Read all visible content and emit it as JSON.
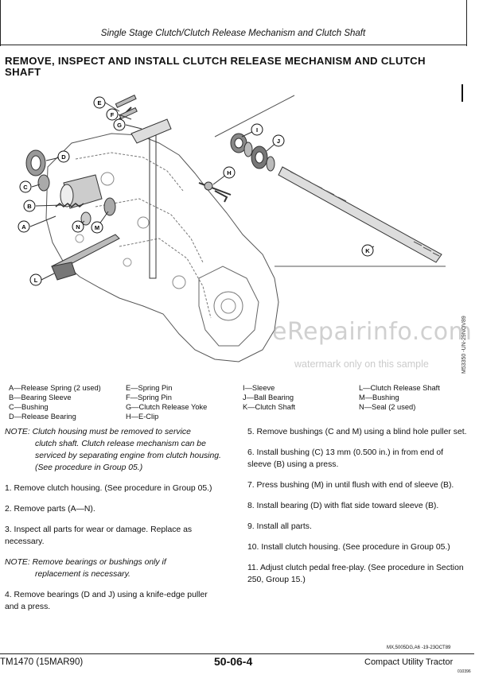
{
  "header": {
    "title": "Single Stage Clutch/Clutch Release Mechanism and Clutch Shaft"
  },
  "section": {
    "title": "REMOVE, INSPECT AND INSTALL CLUTCH RELEASE MECHANISM AND CLUTCH SHAFT"
  },
  "figure": {
    "code": "M53350 -UN-29NOV89",
    "callouts": [
      "E",
      "F",
      "G",
      "D",
      "C",
      "B",
      "A",
      "I",
      "J",
      "H",
      "N",
      "M",
      "K",
      "L"
    ]
  },
  "watermark": {
    "site": "eRepairinfo.com",
    "note": "watermark only on this sample"
  },
  "legend": {
    "col1": [
      "A—Release Spring (2 used)",
      "B—Bearing Sleeve",
      "C—Bushing",
      "D—Release Bearing"
    ],
    "col2": [
      "E—Spring Pin",
      "F—Spring Pin",
      "G—Clutch Release Yoke",
      "H—E-Clip"
    ],
    "col3": [
      "I—Sleeve",
      "J—Ball Bearing",
      "K—Clutch Shaft"
    ],
    "col4": [
      "L—Clutch Release Shaft",
      "M—Bushing",
      "N—Seal (2 used)"
    ]
  },
  "left_col": {
    "note1_line1": "NOTE: Clutch housing must be removed to service",
    "note1_rest": "clutch shaft. Clutch release mechanism can be serviced by separating engine from clutch housing. (See procedure in Group 05.)",
    "step1": "1. Remove clutch housing. (See procedure in Group 05.)",
    "step2": "2. Remove parts (A—N).",
    "step3": "3. Inspect all parts for wear or damage. Replace as necessary.",
    "note2_line1": "NOTE: Remove bearings or bushings only if",
    "note2_rest": "replacement is necessary.",
    "step4": "4. Remove bearings (D and J) using a knife-edge puller and a press."
  },
  "right_col": {
    "step5": "5. Remove bushings (C and M) using a blind hole puller set.",
    "step6": "6. Install bushing (C) 13 mm (0.500 in.) in from end of sleeve (B) using a press.",
    "step7": "7. Press bushing (M) in until flush with end of sleeve (B).",
    "step8": "8. Install bearing (D) with flat side toward sleeve (B).",
    "step9": "9. Install all parts.",
    "step10": "10. Install clutch housing. (See procedure in Group 05.)",
    "step11": "11. Adjust clutch pedal free-play. (See procedure in Section 250, Group 15.)"
  },
  "ref_code": "MX,5005DG,A6 -19-23OCT89",
  "footer": {
    "left": "TM1470 (15MAR90)",
    "center": "50-06-4",
    "right": "Compact Utility Tractor",
    "code": "010396"
  }
}
